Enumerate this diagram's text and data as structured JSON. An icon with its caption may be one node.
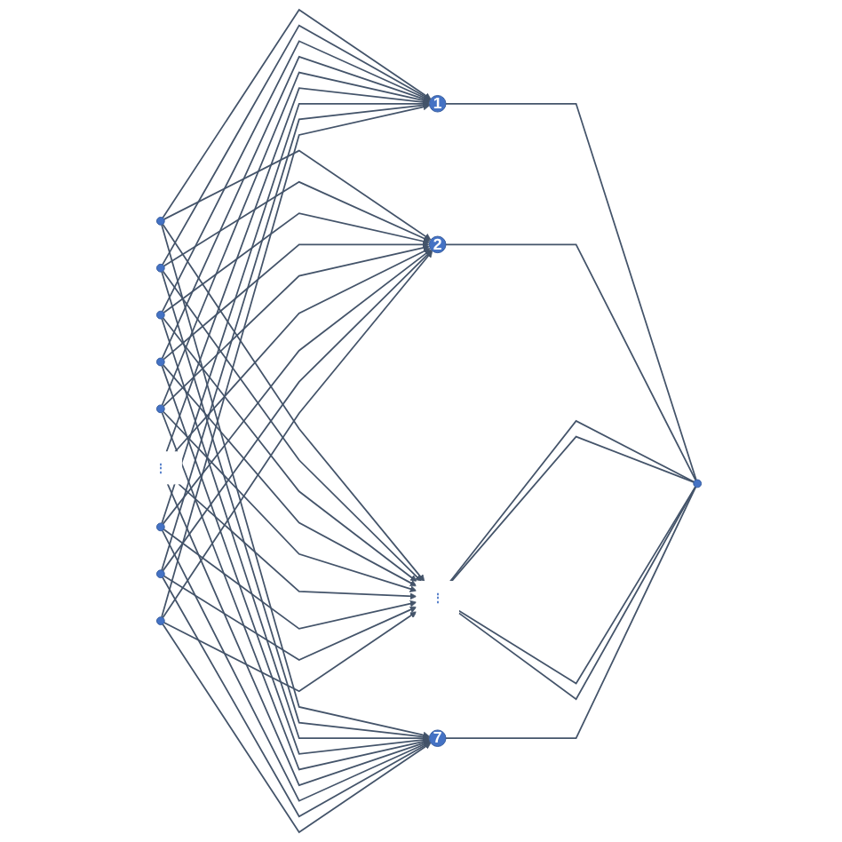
{
  "diagram": {
    "nodes": [
      {
        "text": [],
        "shape": "circle"
      },
      {
        "text": [],
        "shape": "circle"
      },
      {
        "text": [],
        "shape": "circle"
      },
      {
        "text": [],
        "shape": "circle"
      },
      {
        "text": [],
        "shape": "circle"
      },
      {
        "text": [],
        "shape": "circle"
      },
      {
        "text": [
          "⋮"
        ]
      },
      {
        "text": [],
        "shape": "circle"
      },
      {
        "text": [],
        "shape": "circle"
      },
      {
        "text": [
          "1"
        ]
      },
      {
        "text": [
          "2"
        ]
      },
      {
        "text": [
          "⋮"
        ]
      },
      {
        "text": [
          "7"
        ]
      },
      {
        "text": [],
        "shape": "circle"
      }
    ],
    "edges": [
      {
        "from": 0,
        "to": 9,
        "arrow": "to"
      },
      {
        "from": 0,
        "to": 10,
        "arrow": "to"
      },
      {
        "from": 0,
        "to": 11,
        "arrow": "to"
      },
      {
        "from": 0,
        "to": 12,
        "arrow": "to"
      },
      {
        "from": 1,
        "to": 9,
        "arrow": "to"
      },
      {
        "from": 1,
        "to": 10,
        "arrow": "to"
      },
      {
        "from": 1,
        "to": 11,
        "arrow": "to"
      },
      {
        "from": 1,
        "to": 12,
        "arrow": "to"
      },
      {
        "from": 2,
        "to": 9,
        "arrow": "to"
      },
      {
        "from": 2,
        "to": 10,
        "arrow": "to"
      },
      {
        "from": 2,
        "to": 11,
        "arrow": "to"
      },
      {
        "from": 2,
        "to": 12,
        "arrow": "to"
      },
      {
        "from": 3,
        "to": 9,
        "arrow": "to"
      },
      {
        "from": 3,
        "to": 10,
        "arrow": "to"
      },
      {
        "from": 3,
        "to": 11,
        "arrow": "to"
      },
      {
        "from": 3,
        "to": 12,
        "arrow": "to"
      },
      {
        "from": 4,
        "to": 9,
        "arrow": "to"
      },
      {
        "from": 4,
        "to": 10,
        "arrow": "to"
      },
      {
        "from": 4,
        "to": 11,
        "arrow": "to"
      },
      {
        "from": 4,
        "to": 12,
        "arrow": "to"
      },
      {
        "from": 6,
        "to": 9,
        "arrow": "to"
      },
      {
        "from": 6,
        "to": 10,
        "arrow": "to"
      },
      {
        "from": 6,
        "to": 11,
        "arrow": "to"
      },
      {
        "from": 6,
        "to": 12,
        "arrow": "to"
      },
      {
        "from": 5,
        "to": 9,
        "arrow": "to"
      },
      {
        "from": 5,
        "to": 10,
        "arrow": "to"
      },
      {
        "from": 5,
        "to": 11,
        "arrow": "to"
      },
      {
        "from": 5,
        "to": 12,
        "arrow": "to"
      },
      {
        "from": 7,
        "to": 9,
        "arrow": "to"
      },
      {
        "from": 7,
        "to": 10,
        "arrow": "to"
      },
      {
        "from": 7,
        "to": 11,
        "arrow": "to"
      },
      {
        "from": 7,
        "to": 12,
        "arrow": "to"
      },
      {
        "from": 8,
        "to": 9,
        "arrow": "to"
      },
      {
        "from": 8,
        "to": 10,
        "arrow": "to"
      },
      {
        "from": 8,
        "to": 11,
        "arrow": "to"
      },
      {
        "from": 8,
        "to": 12,
        "arrow": "to"
      },
      {
        "from": 9,
        "to": 13,
        "arrow": "none"
      },
      {
        "from": 10,
        "to": 13,
        "arrow": "none"
      },
      {
        "from": 11,
        "to": 13,
        "arrow": "none"
      },
      {
        "from": 11,
        "to": 13,
        "arrow": "none"
      },
      {
        "from": 11,
        "to": 13,
        "arrow": "none"
      },
      {
        "from": 11,
        "to": 13,
        "arrow": "none"
      },
      {
        "from": 12,
        "to": 13,
        "arrow": "none"
      }
    ]
  }
}
